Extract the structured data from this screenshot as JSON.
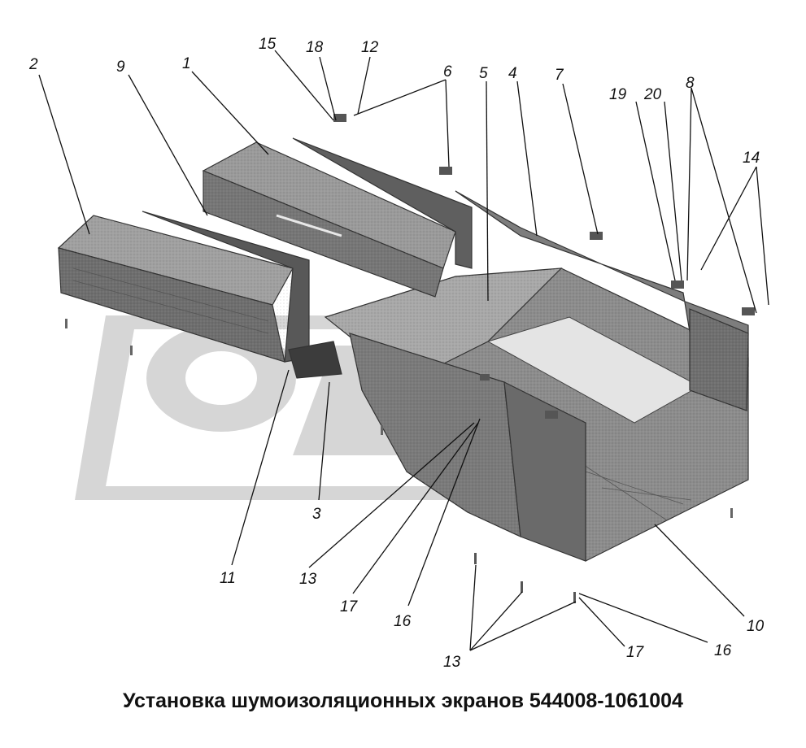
{
  "caption": "Установка шумоизоляционных экранов 544008-1061004",
  "callouts": {
    "c1": "1",
    "c2": "2",
    "c3": "3",
    "c4": "4",
    "c5": "5",
    "c6": "6",
    "c7": "7",
    "c8": "8",
    "c9": "9",
    "c10": "10",
    "c11": "11",
    "c12": "12",
    "c13a": "13",
    "c13b": "13",
    "c14": "14",
    "c15": "15",
    "c16a": "16",
    "c16b": "16",
    "c17a": "17",
    "c17b": "17",
    "c18": "18",
    "c19": "19",
    "c20": "20"
  },
  "colors": {
    "panel_dark": "#6f6f6f",
    "panel_mid": "#8c8c8c",
    "panel_light": "#b3b3b3",
    "watermark": "#d6d6d6"
  }
}
